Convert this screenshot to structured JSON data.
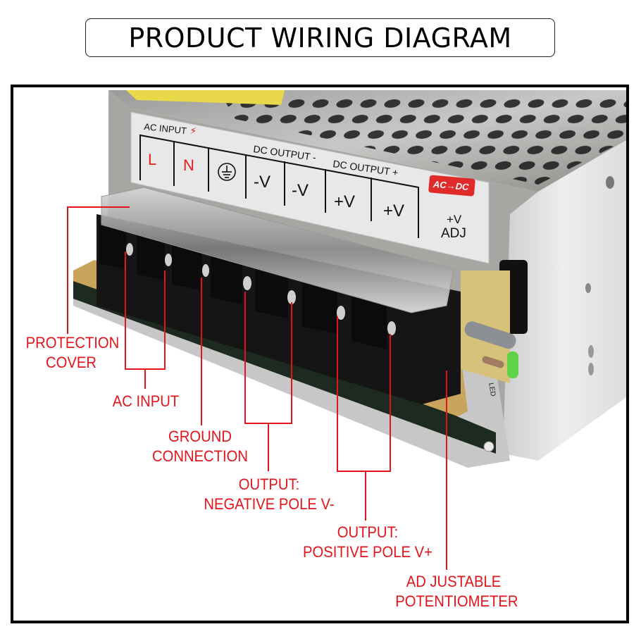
{
  "title": "PRODUCT WIRING DIAGRAM",
  "colors": {
    "callout": "#e3141b",
    "frame": "#000000",
    "chassis": "#b9b9b9",
    "terminal_block": "#141414",
    "pcb": "#c9a45c",
    "label_plate": "#e6e6e6",
    "badge": "#e02a2a",
    "potentiometer": "#f0922e",
    "led": "#5fd24a"
  },
  "label_plate": {
    "ac_input_heading": "AC INPUT",
    "dc_output_neg_heading": "DC OUTPUT -",
    "dc_output_pos_heading": "DC OUTPUT +",
    "terminals": [
      "L",
      "N",
      "⏚",
      "-V",
      "-V",
      "+V",
      "+V"
    ],
    "badge": "AC→DC",
    "adj_line1": "+V",
    "adj_line2": "ADJ"
  },
  "pcb_markings": {
    "led": "LED"
  },
  "callouts": [
    {
      "id": "protection-cover",
      "lines": [
        "PROTECTION",
        "COVER"
      ]
    },
    {
      "id": "ac-input",
      "lines": [
        "AC INPUT"
      ]
    },
    {
      "id": "ground-connection",
      "lines": [
        "GROUND",
        "CONNECTION"
      ]
    },
    {
      "id": "output-negative",
      "lines": [
        "OUTPUT:",
        "NEGATIVE POLE V-"
      ]
    },
    {
      "id": "output-positive",
      "lines": [
        "OUTPUT:",
        "POSITIVE POLE V+"
      ]
    },
    {
      "id": "adjustable-potentiometer",
      "lines": [
        "AD JUSTABLE",
        "POTENTIOMETER"
      ]
    }
  ]
}
